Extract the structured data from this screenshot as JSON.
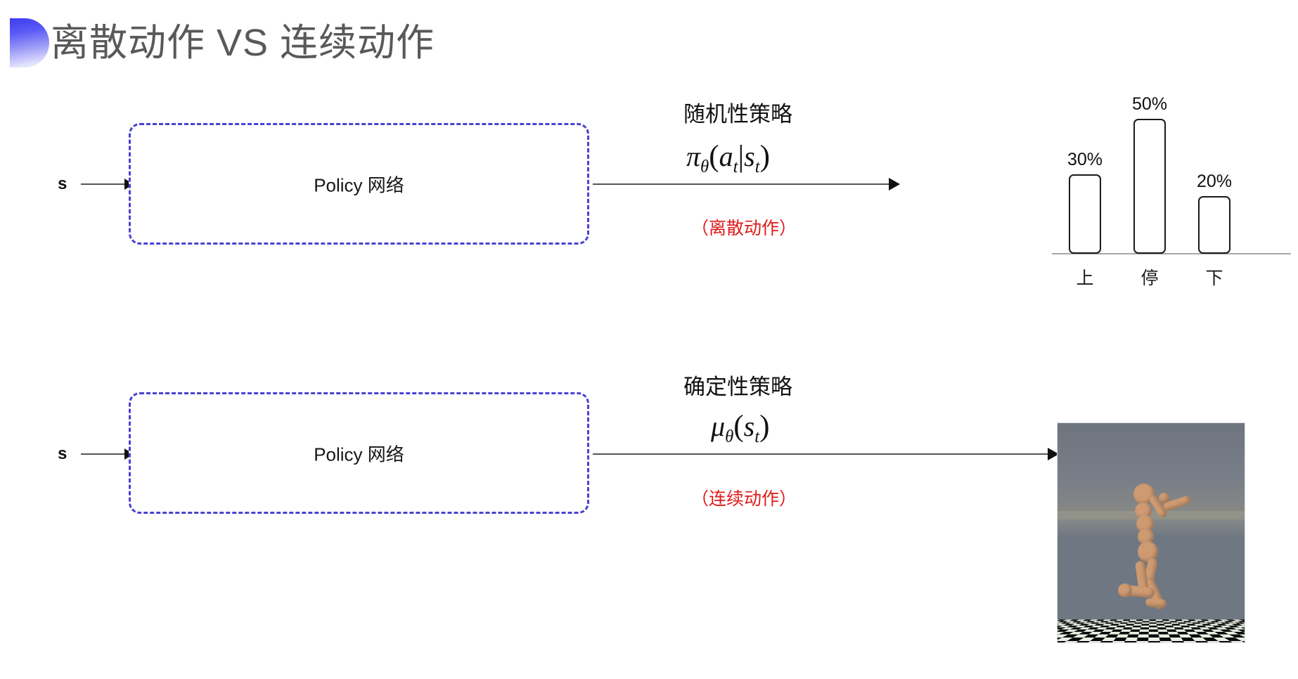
{
  "slide": {
    "title": "离散动作 VS 连续动作",
    "decoration_icon": "half-circle-gradient",
    "accent_color": "#3d3df2",
    "title_color": "#595959",
    "background": "#ffffff"
  },
  "rows": [
    {
      "id": "discrete",
      "input_label": "s",
      "box_label": "Policy 网络",
      "box_border_color": "#4a42d0",
      "annotation_heading": "随机性策略",
      "annotation_formula": "π_θ(a_t|s_t)",
      "annotation_formula_parts": {
        "symbol": "π",
        "symbol_sub": "θ",
        "open": "(",
        "arg1": "a",
        "arg1_sub": "t",
        "divider": "|",
        "arg2": "s",
        "arg2_sub": "t",
        "close": ")"
      },
      "note": "（离散动作）",
      "note_color": "#e01a1a",
      "output_type": "bar-chart"
    },
    {
      "id": "continuous",
      "input_label": "s",
      "box_label": "Policy 网络",
      "box_border_color": "#4a42d0",
      "annotation_heading": "确定性策略",
      "annotation_formula": "μ_θ(s_t)",
      "annotation_formula_parts": {
        "symbol": "μ",
        "symbol_sub": "θ",
        "open": "(",
        "arg1": "s",
        "arg1_sub": "t",
        "close": ")"
      },
      "note": "（连续动作）",
      "note_color": "#e01a1a",
      "output_type": "humanoid-simulation-image"
    }
  ],
  "chart_data": {
    "type": "bar",
    "categories": [
      "上",
      "停",
      "下"
    ],
    "values": [
      30,
      50,
      20
    ],
    "value_labels": [
      "30%",
      "50%",
      "20%"
    ],
    "title": "",
    "xlabel": "",
    "ylabel": "",
    "ylim": [
      0,
      60
    ],
    "grid": false,
    "legend": false,
    "bar_fill": "#ffffff",
    "bar_stroke": "#1a1a1a",
    "axis_color": "#a8a8a8"
  },
  "simulation": {
    "alt": "MuJoCo 人形机器人行走仿真",
    "sky_color": "#6f7782",
    "floor_colors": [
      "#e8efe3",
      "#0a0a0a"
    ],
    "body_color": "#cd9a72"
  }
}
